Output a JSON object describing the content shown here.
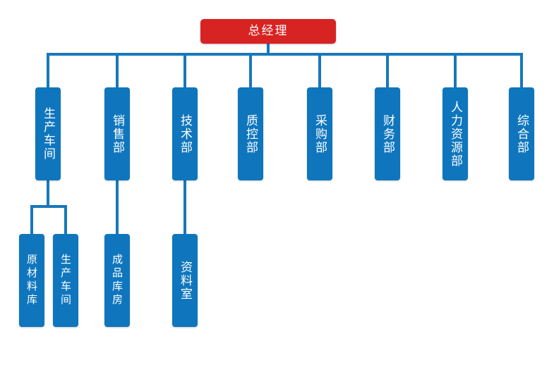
{
  "colors": {
    "root": "#d72322",
    "node": "#0f76bd",
    "connector": "#1778bb",
    "text": "#ffffff"
  },
  "root": {
    "label": "总经理"
  },
  "departments": [
    {
      "label": "生产车间"
    },
    {
      "label": "销售部"
    },
    {
      "label": "技术部"
    },
    {
      "label": "质控部"
    },
    {
      "label": "采购部"
    },
    {
      "label": "财务部"
    },
    {
      "label": "人力资源部"
    },
    {
      "label": "综合部"
    }
  ],
  "sub_units": [
    {
      "label": "原材料库",
      "parent": "生产车间"
    },
    {
      "label": "生产车间",
      "parent": "生产车间"
    },
    {
      "label": "成品库房",
      "parent": "销售部"
    },
    {
      "label": "资料室",
      "parent": "技术部"
    }
  ]
}
